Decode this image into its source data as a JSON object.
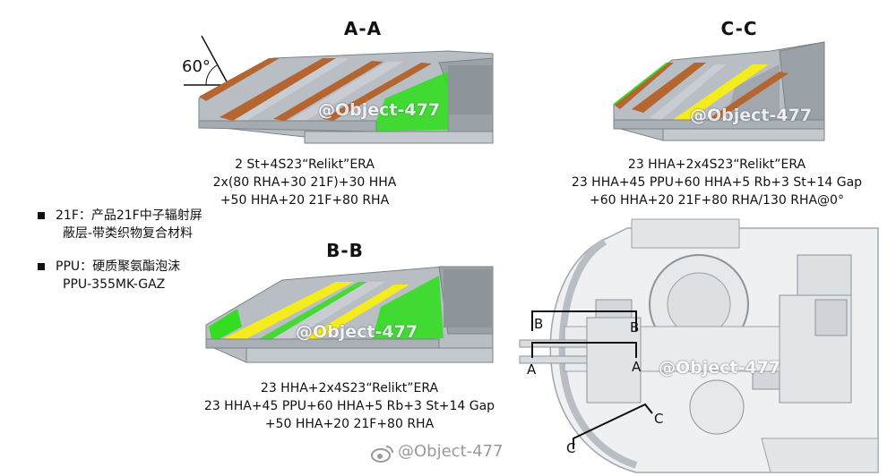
{
  "sections": {
    "aa": {
      "title": "A-A",
      "angle": "60°",
      "caption": [
        "2  St+4S23“Relikt”ERA",
        "2x(80 RHA+30 21F)+30 HHA",
        "+50 HHA+20 21F+80 RHA"
      ]
    },
    "cc": {
      "title": "C-C",
      "caption": [
        "23  HHA+2x4S23“Relikt”ERA",
        "23 HHA+45 PPU+60 HHA+5 Rb+3 St+14 Gap",
        "+60 HHA+20 21F+80 RHA/130 RHA@0°"
      ]
    },
    "bb": {
      "title": "B-B",
      "caption": [
        "23  HHA+2x4S23“Relikt”ERA",
        "23 HHA+45 PPU+60 HHA+5 Rb+3 St+14 Gap",
        "+50 HHA+20 21F+80 RHA"
      ]
    }
  },
  "legend": [
    {
      "lines": [
        "21F：产品21F中子辐射屏",
        "蔽层-带类织物复合材料"
      ]
    },
    {
      "lines": [
        "PPU：硬质聚氨酯泡沫",
        "PPU-355MK-GAZ"
      ]
    }
  ],
  "plan_labels": {
    "b_left": "B",
    "b_right": "B",
    "a_left": "A",
    "a_right": "A",
    "c_right": "C",
    "c_bottom": "C"
  },
  "watermark": "@Object-477",
  "footer_watermark": "@Object-477",
  "colors": {
    "steel": "#b8bec4",
    "steel_dark": "#8f969c",
    "era": "#b5652f",
    "ppu": "#f4ec1c",
    "f21": "#33dd22"
  }
}
